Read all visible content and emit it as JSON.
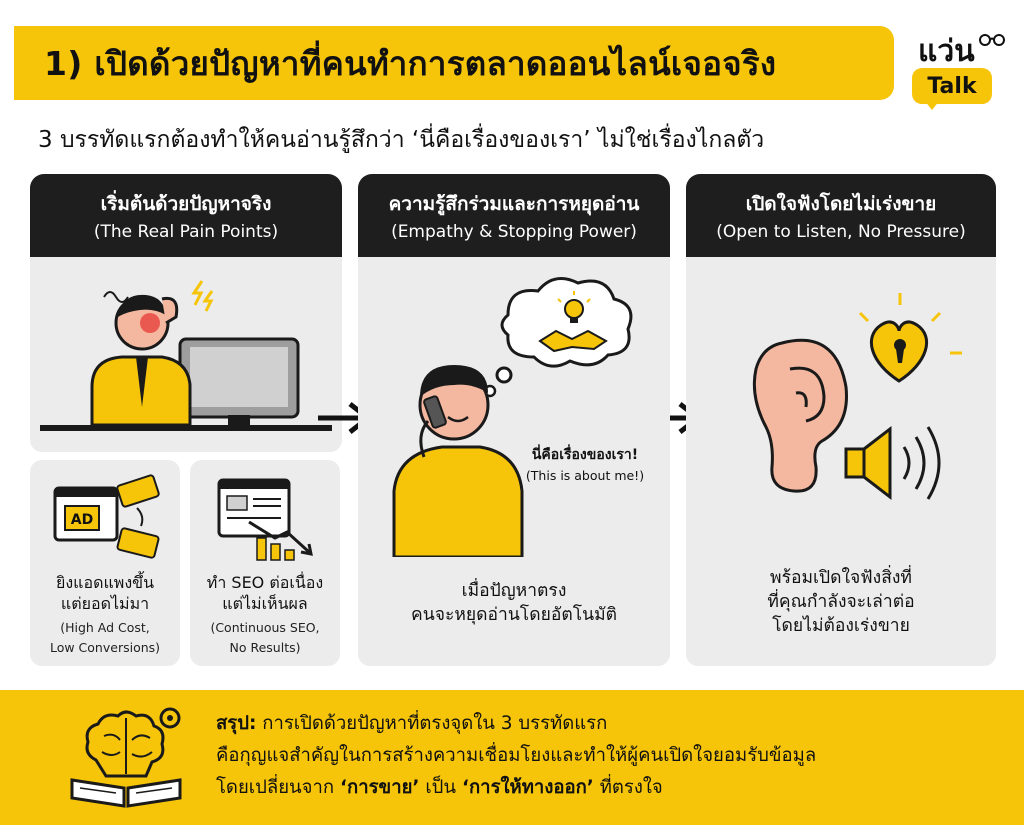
{
  "header": {
    "title": "1) เปิดด้วยปัญหาที่คนทำการตลาดออนไลน์เจอจริง",
    "subtitle": "3 บรรทัดแรกต้องทำให้คนอ่านรู้สึกว่า ‘นี่คือเรื่องของเรา’ ไม่ใช่เรื่องไกลตัว"
  },
  "logo": {
    "word": "แว่น",
    "badge": "Talk"
  },
  "panels": [
    {
      "title_th": "เริ่มต้นด้วยปัญหาจริง",
      "title_en": "(The Real Pain Points)",
      "cards": [
        {
          "icon_text": "AD",
          "th": [
            "ยิงแอดแพงขึ้น",
            "แต่ยอดไม่มา"
          ],
          "en": [
            "(High Ad Cost,",
            "Low Conversions)"
          ]
        },
        {
          "th": [
            "ทำ SEO ต่อเนื่อง",
            "แต่ไม่เห็นผล"
          ],
          "en": [
            "(Continuous SEO,",
            "No Results)"
          ]
        }
      ]
    },
    {
      "title_th": "ความรู้สึกร่วมและการหยุดอ่าน",
      "title_en": "(Empathy & Stopping Power)",
      "speech_th": "นี่คือเรื่องของเรา!",
      "speech_en": "(This is about me!)",
      "caption": [
        "เมื่อปัญหาตรง",
        "คนจะหยุดอ่านโดยอัตโนมัติ"
      ]
    },
    {
      "title_th": "เปิดใจฟังโดยไม่เร่งขาย",
      "title_en": "(Open to Listen, No Pressure)",
      "caption": [
        "พร้อมเปิดใจฟังสิ่งที่",
        "ที่คุณกำลังจะเล่าต่อ",
        "โดยไม่ต้องเร่งขาย"
      ]
    }
  ],
  "footer": {
    "label": "สรุป:",
    "line1": " การเปิดด้วยปัญหาที่ตรงจุดใน 3 บรรทัดแรก",
    "line2": "คือกุญแจสำคัญในการสร้างความเชื่อมโยงและทำให้ผู้คนเปิดใจยอมรับข้อมูล",
    "line3_a": "โดยเปลี่ยนจาก ",
    "line3_b": "‘การขาย’",
    "line3_c": " เป็น ",
    "line3_d": "‘การให้ทางออก’",
    "line3_e": " ที่ตรงใจ"
  },
  "colors": {
    "accent": "#f6c50a",
    "dark": "#1e1e1e",
    "panel": "#ececec",
    "alert": "#e53935"
  }
}
